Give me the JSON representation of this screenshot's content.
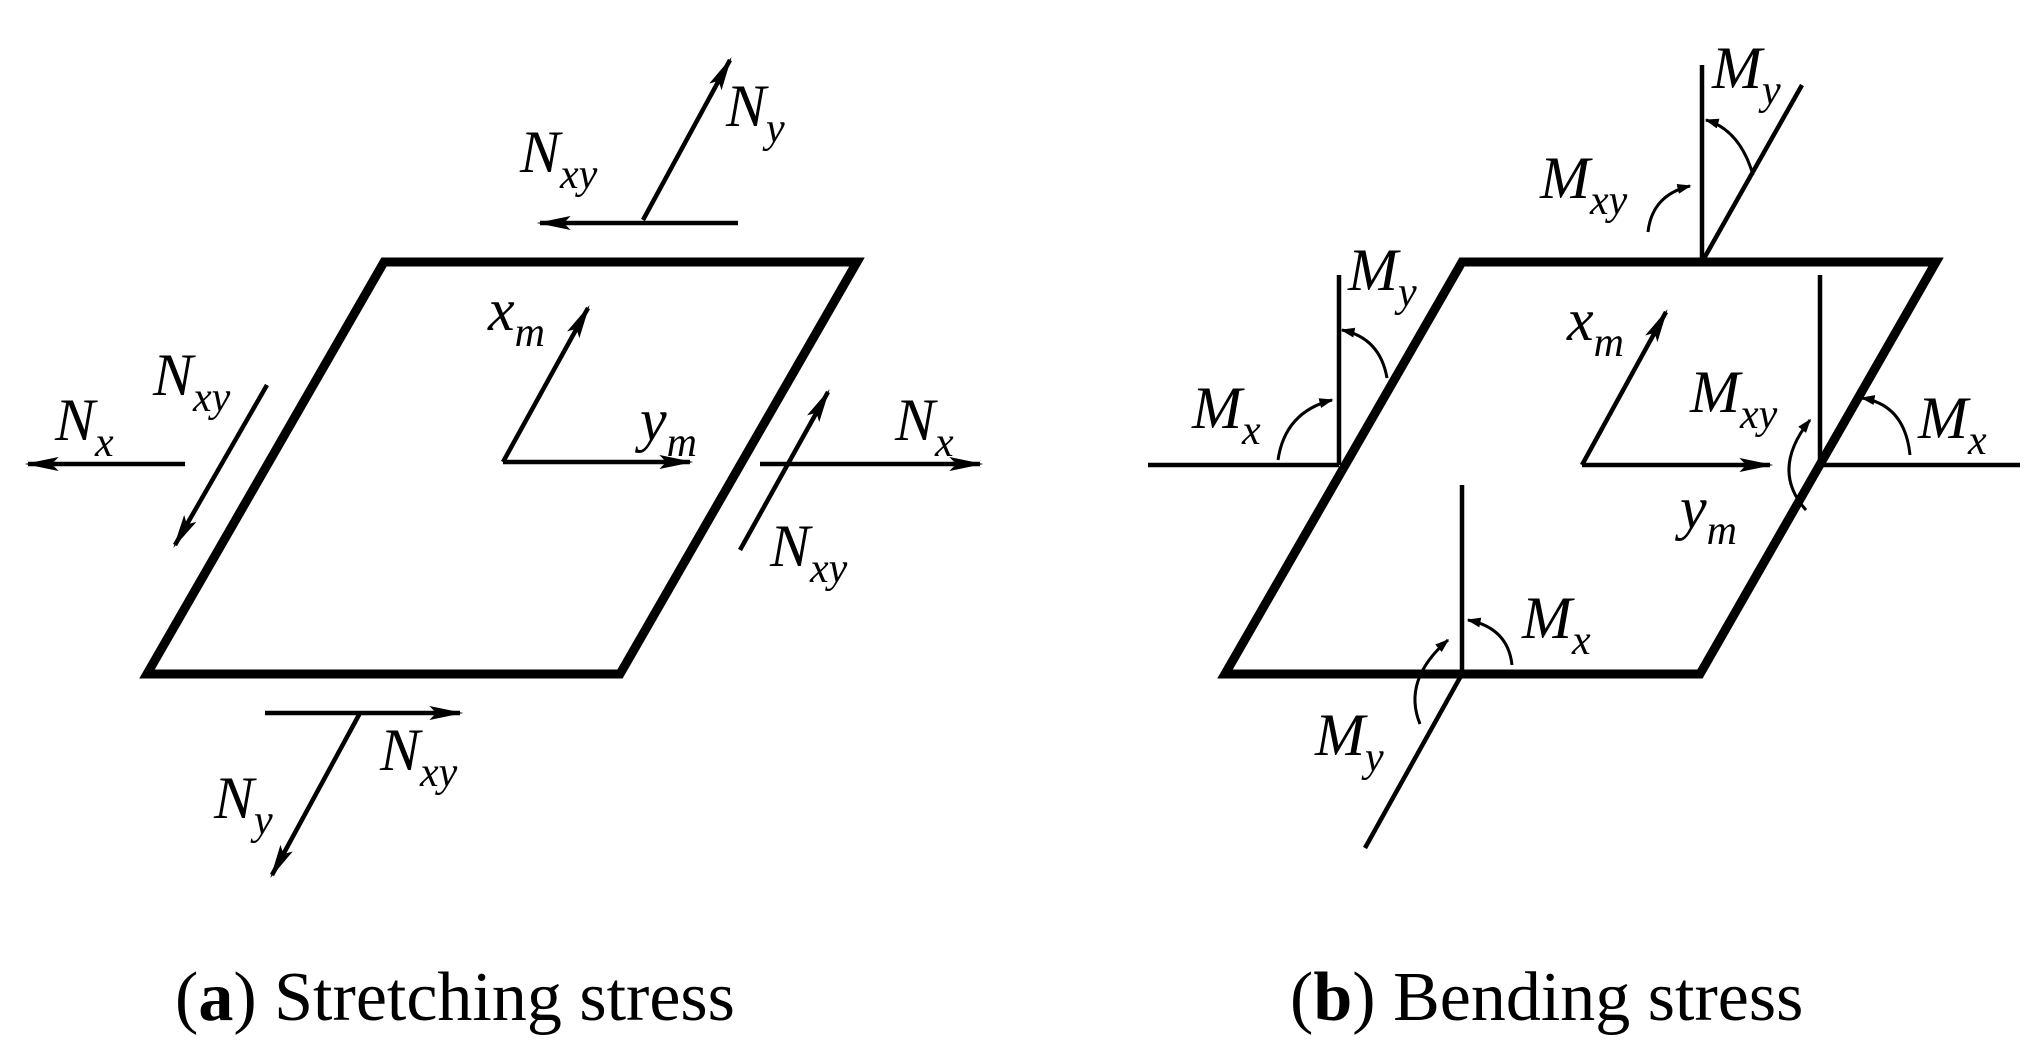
{
  "panels": {
    "a": {
      "caption_letter": "a",
      "caption_text": "Stretching stress",
      "labels": {
        "ny_top": {
          "main": "N",
          "sub": "y"
        },
        "nxy_top": {
          "main": "N",
          "sub": "xy"
        },
        "nx_left": {
          "main": "N",
          "sub": "x"
        },
        "nxy_left": {
          "main": "N",
          "sub": "xy"
        },
        "nx_right": {
          "main": "N",
          "sub": "x"
        },
        "nxy_right": {
          "main": "N",
          "sub": "xy"
        },
        "ny_bottom": {
          "main": "N",
          "sub": "y"
        },
        "nxy_bottom": {
          "main": "N",
          "sub": "xy"
        },
        "xm": {
          "main": "x",
          "sub": "m"
        },
        "ym": {
          "main": "y",
          "sub": "m"
        }
      }
    },
    "b": {
      "caption_letter": "b",
      "caption_text": "Bending stress",
      "labels": {
        "my_top": {
          "main": "M",
          "sub": "y"
        },
        "mxy_top": {
          "main": "M",
          "sub": "xy"
        },
        "my_left": {
          "main": "M",
          "sub": "y"
        },
        "mx_left": {
          "main": "M",
          "sub": "x"
        },
        "mxy_right": {
          "main": "M",
          "sub": "xy"
        },
        "mx_right": {
          "main": "M",
          "sub": "x"
        },
        "mx_bottom": {
          "main": "M",
          "sub": "x"
        },
        "my_bottom": {
          "main": "M",
          "sub": "y"
        },
        "xm": {
          "main": "x",
          "sub": "m"
        },
        "ym": {
          "main": "y",
          "sub": "m"
        }
      }
    }
  }
}
